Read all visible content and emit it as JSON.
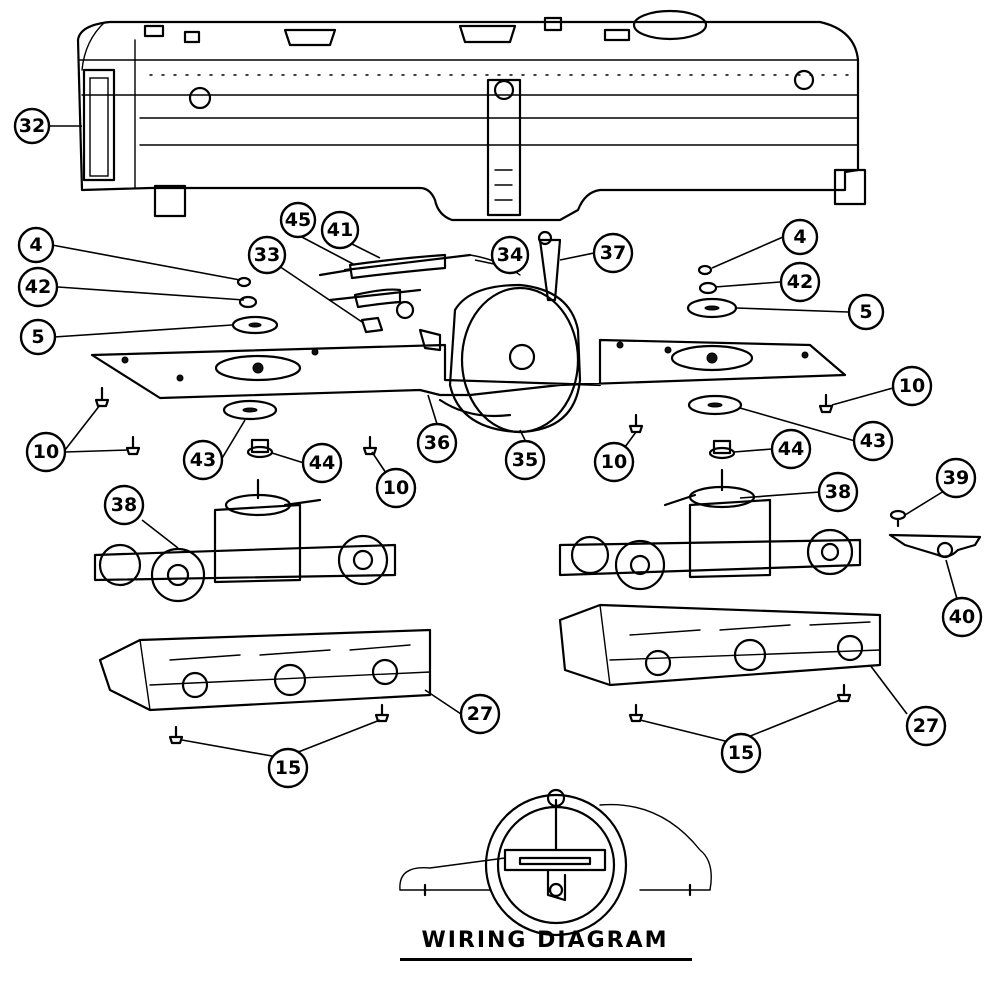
{
  "callouts": [
    {
      "id": "c32",
      "label": "32"
    },
    {
      "id": "c4a",
      "label": "4"
    },
    {
      "id": "c42a",
      "label": "42"
    },
    {
      "id": "c5a",
      "label": "5"
    },
    {
      "id": "c45",
      "label": "45"
    },
    {
      "id": "c41",
      "label": "41"
    },
    {
      "id": "c33",
      "label": "33"
    },
    {
      "id": "c34",
      "label": "34"
    },
    {
      "id": "c37",
      "label": "37"
    },
    {
      "id": "c4b",
      "label": "4"
    },
    {
      "id": "c42b",
      "label": "42"
    },
    {
      "id": "c5b",
      "label": "5"
    },
    {
      "id": "c10a",
      "label": "10"
    },
    {
      "id": "c10b",
      "label": "10"
    },
    {
      "id": "c10c",
      "label": "10"
    },
    {
      "id": "c10d",
      "label": "10"
    },
    {
      "id": "c43a",
      "label": "43"
    },
    {
      "id": "c44a",
      "label": "44"
    },
    {
      "id": "c36",
      "label": "36"
    },
    {
      "id": "c35",
      "label": "35"
    },
    {
      "id": "c44b",
      "label": "44"
    },
    {
      "id": "c43b",
      "label": "43"
    },
    {
      "id": "c38a",
      "label": "38"
    },
    {
      "id": "c38b",
      "label": "38"
    },
    {
      "id": "c39",
      "label": "39"
    },
    {
      "id": "c40",
      "label": "40"
    },
    {
      "id": "c27a",
      "label": "27"
    },
    {
      "id": "c27b",
      "label": "27"
    },
    {
      "id": "c15a",
      "label": "15"
    },
    {
      "id": "c15b",
      "label": "15"
    }
  ],
  "caption": "WIRING DIAGRAM"
}
